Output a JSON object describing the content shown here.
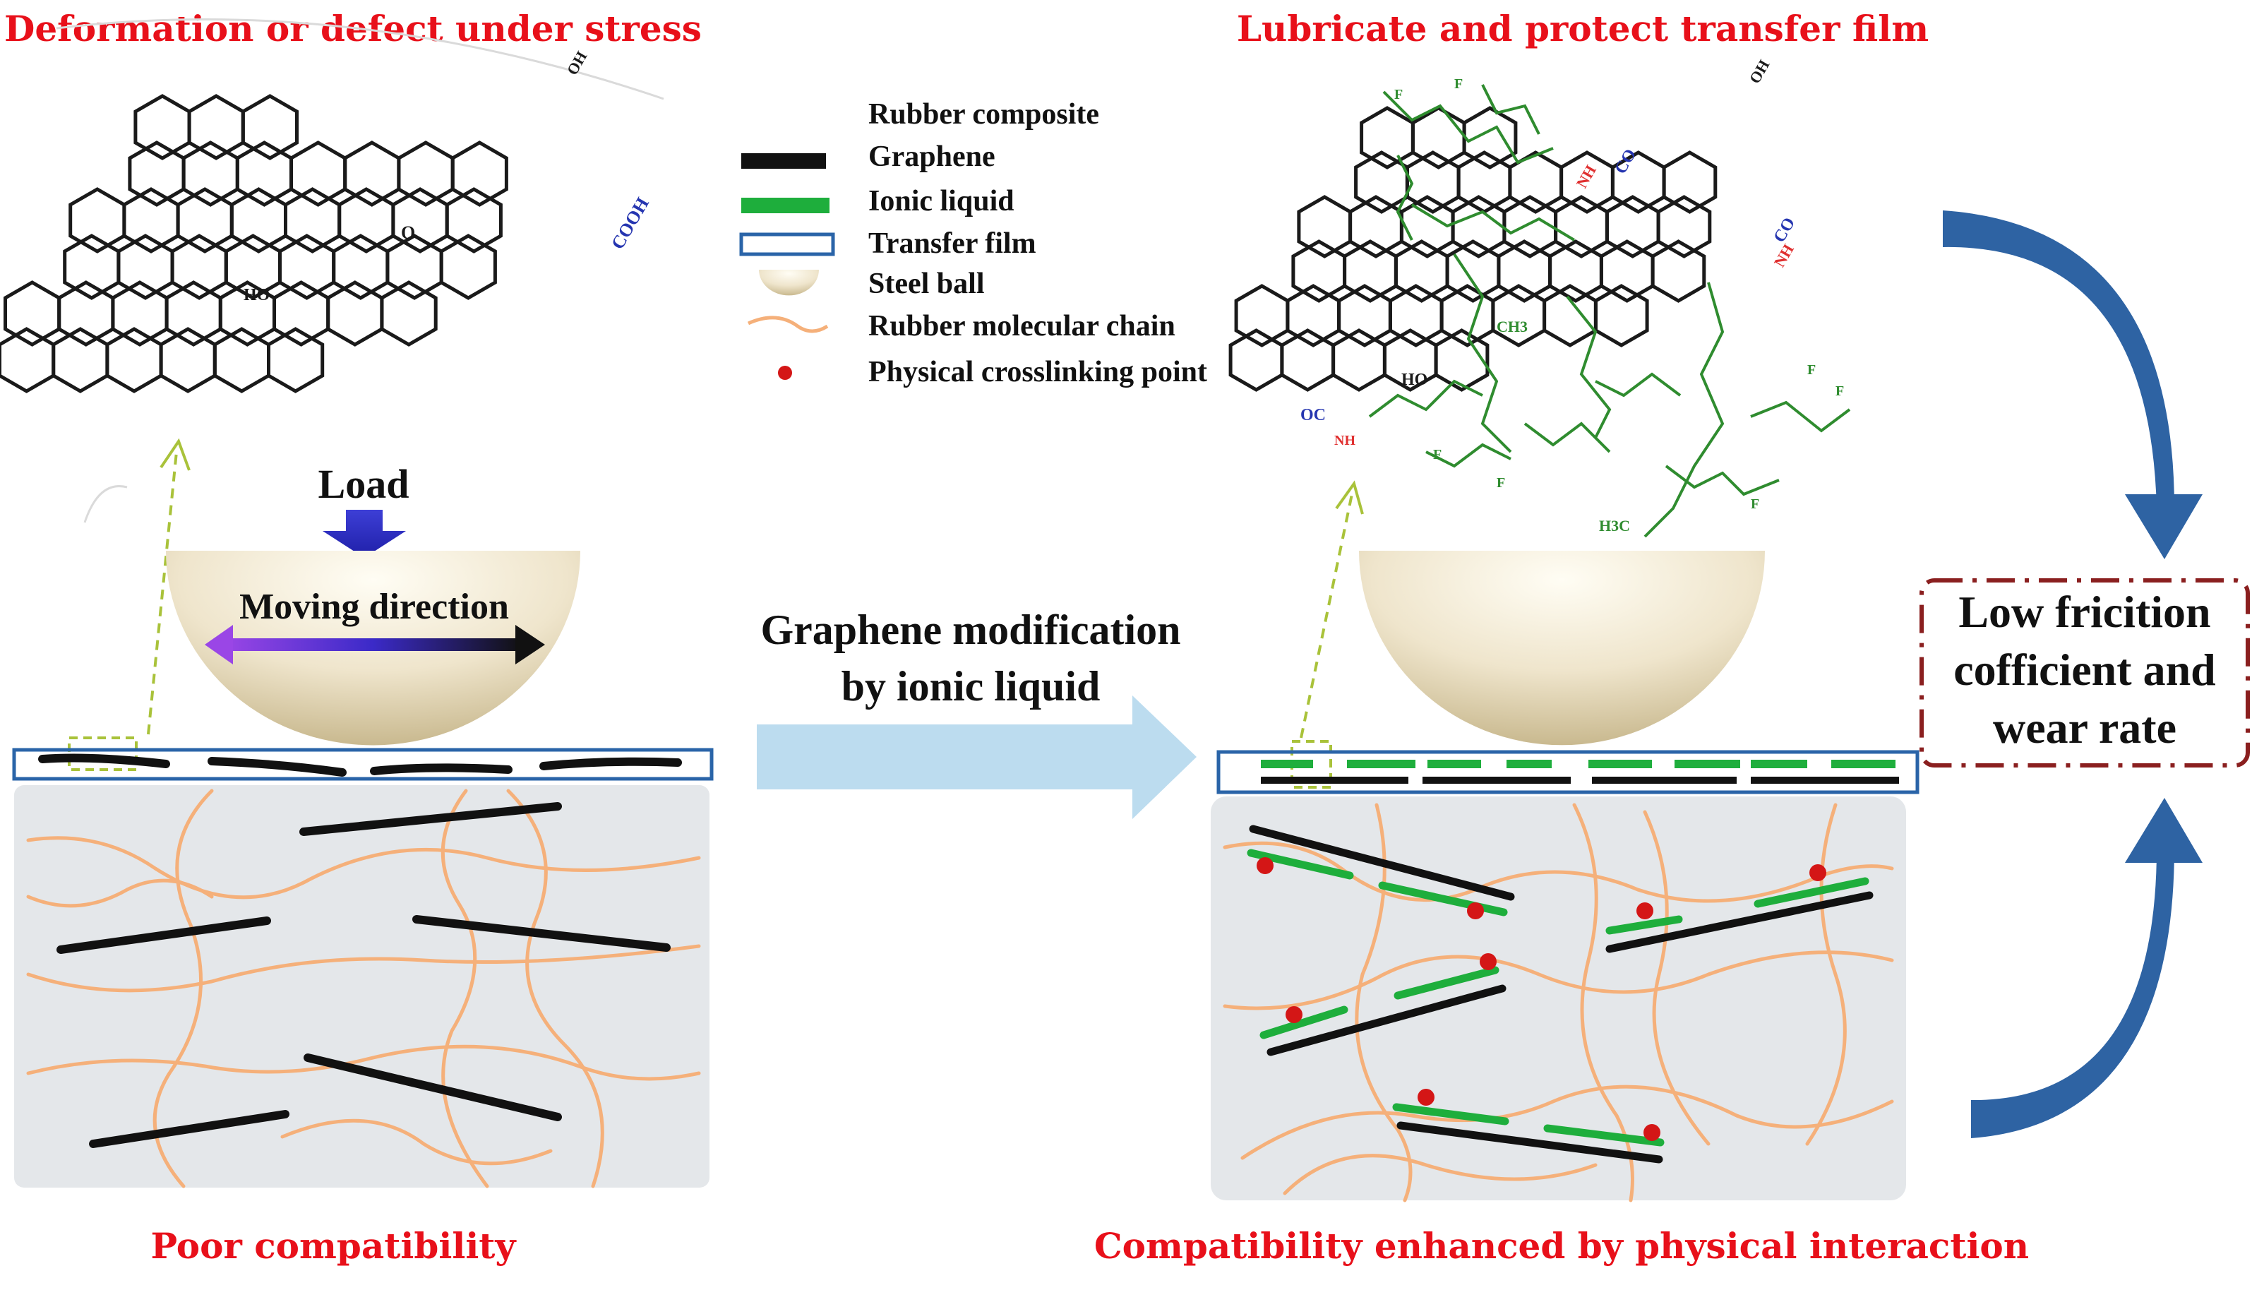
{
  "titles": {
    "top_left": "Deformation or defect under stress",
    "top_right": "Lubricate and protect transfer film",
    "bottom_left": "Poor compatibility",
    "bottom_right": "Compatibility enhanced by physical interaction"
  },
  "legend": [
    {
      "label": "Rubber composite",
      "symbol": "none"
    },
    {
      "label": "Graphene",
      "symbol": "black-bar"
    },
    {
      "label": "Ionic liquid",
      "symbol": "green-bar"
    },
    {
      "label": "Transfer film",
      "symbol": "blue-outline-box"
    },
    {
      "label": "Steel ball",
      "symbol": "hemisphere"
    },
    {
      "label": "Rubber molecular chain",
      "symbol": "orange-curve"
    },
    {
      "label": "Physical crosslinking point",
      "symbol": "red-dot"
    }
  ],
  "labels": {
    "load": "Load",
    "moving_direction": "Moving direction",
    "modification_line1": "Graphene modification",
    "modification_line2": "by ionic liquid",
    "result_line1": "Low fricition",
    "result_line2": "cofficient and",
    "result_line3": "wear rate"
  },
  "chem_labels": {
    "oh_top": "OH",
    "cooh": "COOH",
    "ho": "HO",
    "epoxy_o": "O",
    "nh": "NH",
    "co": "CO",
    "oc": "OC",
    "ch3": "CH3",
    "h3c": "H3C",
    "f": "F"
  },
  "colors": {
    "title_red": "#e8101a",
    "graphene_black": "#111111",
    "ionic_green": "#1eae3c",
    "film_blue": "#2a64a8",
    "chain_orange": "#f5b07a",
    "crosslink_red": "#d41616",
    "panel_gray": "#e4e7ea",
    "steel_ball": "#ece2c8",
    "big_arrow": "#bcdcef",
    "curve_arrow": "#2e63a3",
    "dashed_box": "#8a1f1f",
    "chem_green": "#2f8c2f",
    "chem_blue": "#2535b0"
  }
}
